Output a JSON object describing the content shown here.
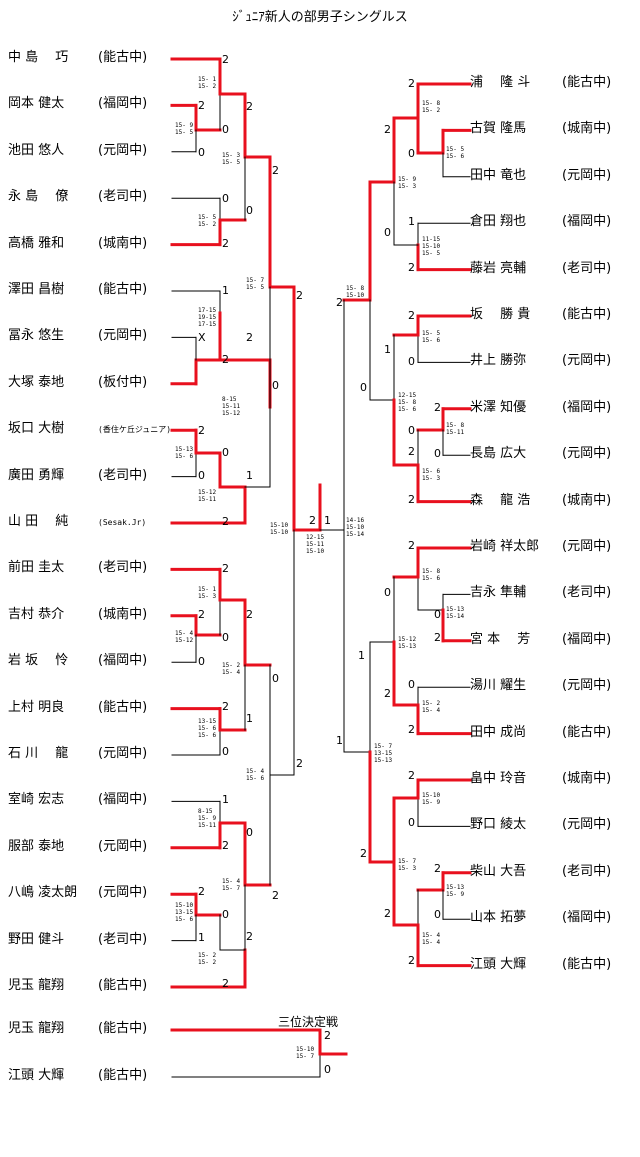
{
  "title": "ｼﾞｭﾆｱ新人の部男子シングルス",
  "third_place_title": "三位決定戦",
  "left_players": [
    {
      "name": "中 島　 巧",
      "team": "(能古中)"
    },
    {
      "name": "岡本 健太",
      "team": "(福岡中)"
    },
    {
      "name": "池田 悠人",
      "team": "(元岡中)"
    },
    {
      "name": "永 島　 僚",
      "team": "(老司中)"
    },
    {
      "name": "高橋 雅和",
      "team": "(城南中)"
    },
    {
      "name": "澤田 昌樹",
      "team": "(能古中)"
    },
    {
      "name": "冨永 悠生",
      "team": "(元岡中)"
    },
    {
      "name": "大塚 泰地",
      "team": "(板付中)"
    },
    {
      "name": "坂口 大樹",
      "team": "(香住ケ丘ジュニア)"
    },
    {
      "name": "廣田 勇輝",
      "team": "(老司中)"
    },
    {
      "name": "山 田　 純",
      "team": "(Sesak.Jr)"
    },
    {
      "name": "前田 圭太",
      "team": "(老司中)"
    },
    {
      "name": "吉村 恭介",
      "team": "(城南中)"
    },
    {
      "name": "岩 坂　 怜",
      "team": "(福岡中)"
    },
    {
      "name": "上村 明良",
      "team": "(能古中)"
    },
    {
      "name": "石 川　 龍",
      "team": "(元岡中)"
    },
    {
      "name": "室崎 宏志",
      "team": "(福岡中)"
    },
    {
      "name": "服部 泰地",
      "team": "(元岡中)"
    },
    {
      "name": "八嶋 凌太朗",
      "team": "(元岡中)"
    },
    {
      "name": "野田 健斗",
      "team": "(老司中)"
    },
    {
      "name": "児玉 龍翔",
      "team": "(能古中)"
    }
  ],
  "right_players": [
    {
      "name": "浦　 隆 斗",
      "team": "(能古中)"
    },
    {
      "name": "古賀 隆馬",
      "team": "(城南中)"
    },
    {
      "name": "田中 竜也",
      "team": "(元岡中)"
    },
    {
      "name": "倉田 翔也",
      "team": "(福岡中)"
    },
    {
      "name": "藤岩 亮輔",
      "team": "(老司中)"
    },
    {
      "name": "坂　 勝 貴",
      "team": "(能古中)"
    },
    {
      "name": "井上 勝弥",
      "team": "(元岡中)"
    },
    {
      "name": "米澤 知優",
      "team": "(福岡中)"
    },
    {
      "name": "長島 広大",
      "team": "(元岡中)"
    },
    {
      "name": "森　 龍 浩",
      "team": "(城南中)"
    },
    {
      "name": "岩崎 祥太郎",
      "team": "(元岡中)"
    },
    {
      "name": "吉永 隼輔",
      "team": "(老司中)"
    },
    {
      "name": "宮 本　 芳",
      "team": "(福岡中)"
    },
    {
      "name": "湯川 耀生",
      "team": "(元岡中)"
    },
    {
      "name": "田中 成尚",
      "team": "(能古中)"
    },
    {
      "name": "畠中 玲音",
      "team": "(城南中)"
    },
    {
      "name": "野口 綾太",
      "team": "(元岡中)"
    },
    {
      "name": "柴山 大吾",
      "team": "(老司中)"
    },
    {
      "name": "山本 拓夢",
      "team": "(福岡中)"
    },
    {
      "name": "江頭 大輝",
      "team": "(能古中)"
    }
  ],
  "third_place_players": [
    {
      "name": "児玉 龍翔",
      "team": "(能古中)"
    },
    {
      "name": "江頭 大輝",
      "team": "(能古中)"
    }
  ],
  "colors": {
    "winner_line": "#e8101e",
    "loser_line": "#000000"
  },
  "scores": [
    {
      "id": "L-m1-a",
      "text": "2"
    },
    {
      "id": "L-m1-b",
      "text": "0"
    },
    {
      "id": "L-m2-a",
      "text": "2"
    },
    {
      "id": "L-m2-b",
      "text": "0"
    },
    {
      "id": "L-m3-a",
      "text": "2"
    },
    {
      "id": "L-m3-b",
      "text": "0"
    },
    {
      "id": "L-m4-a",
      "text": "0"
    },
    {
      "id": "L-m4-b",
      "text": "2"
    },
    {
      "id": "L-m5-a",
      "text": "1"
    },
    {
      "id": "L-m5-b",
      "text": "X"
    },
    {
      "id": "L-m6-a",
      "text": "2"
    },
    {
      "id": "L-m6-b",
      "text": "2"
    },
    {
      "id": "L-m7-a",
      "text": "2"
    },
    {
      "id": "L-m7-b",
      "text": "0"
    },
    {
      "id": "L-m8-a",
      "text": "0"
    },
    {
      "id": "L-m8-b",
      "text": "2"
    },
    {
      "id": "L-m9-a",
      "text": "2"
    },
    {
      "id": "L-m9-b",
      "text": "1"
    },
    {
      "id": "L-m10-a",
      "text": "2"
    },
    {
      "id": "L-m10-b",
      "text": "0"
    },
    {
      "id": "L-m11-a",
      "text": "2"
    },
    {
      "id": "L-m11-b",
      "text": "0"
    },
    {
      "id": "L-m12-a",
      "text": "2"
    },
    {
      "id": "L-m12-b",
      "text": "0"
    },
    {
      "id": "L-m13-a",
      "text": "2"
    },
    {
      "id": "L-m13-b",
      "text": "1"
    },
    {
      "id": "L-m14-a",
      "text": "2"
    },
    {
      "id": "L-m14-b",
      "text": "0"
    },
    {
      "id": "L-m15-a",
      "text": "1"
    },
    {
      "id": "L-m15-b",
      "text": "2"
    },
    {
      "id": "L-m16-a",
      "text": "0"
    },
    {
      "id": "L-m16-b",
      "text": "2"
    },
    {
      "id": "L-m17-a",
      "text": "2"
    },
    {
      "id": "L-m17-b",
      "text": "1"
    },
    {
      "id": "L-m18-a",
      "text": "0"
    },
    {
      "id": "L-m18-b",
      "text": "2"
    },
    {
      "id": "L-m19-a",
      "text": "0"
    },
    {
      "id": "L-m19-b",
      "text": "2"
    },
    {
      "id": "L-m20-a",
      "text": "2"
    },
    {
      "id": "L-m20-b",
      "text": "0"
    },
    {
      "id": "L-m21-a",
      "text": "2"
    },
    {
      "id": "L-m21-b",
      "text": "0"
    },
    {
      "id": "L-m22-a",
      "text": "2"
    },
    {
      "id": "L-m22-b",
      "text": "1"
    },
    {
      "id": "R-m1-a",
      "text": "2"
    },
    {
      "id": "R-m1-b",
      "text": "2"
    },
    {
      "id": "R-m2-a",
      "text": "0"
    },
    {
      "id": "R-m2-b",
      "text": "0"
    },
    {
      "id": "R-m3-a",
      "text": "1"
    },
    {
      "id": "R-m3-b",
      "text": "2"
    },
    {
      "id": "R-m4-a",
      "text": "2"
    },
    {
      "id": "R-m4-b",
      "text": "0"
    },
    {
      "id": "R-m5-a",
      "text": "2"
    },
    {
      "id": "R-m5-b",
      "text": "0"
    },
    {
      "id": "R-m6-a",
      "text": "2"
    },
    {
      "id": "R-m6-b",
      "text": "1"
    },
    {
      "id": "R-m7-a",
      "text": "0"
    },
    {
      "id": "R-m7-b",
      "text": "2"
    },
    {
      "id": "R-m8-a",
      "text": "2"
    },
    {
      "id": "R-m8-b",
      "text": "0"
    },
    {
      "id": "R-m9-a",
      "text": "2"
    },
    {
      "id": "R-m9-b",
      "text": "0"
    },
    {
      "id": "R-m10-a",
      "text": "0"
    },
    {
      "id": "R-m10-b",
      "text": "2"
    },
    {
      "id": "R-m11-a",
      "text": "1"
    },
    {
      "id": "R-m11-b",
      "text": "2"
    },
    {
      "id": "R-m12-a",
      "text": "0"
    },
    {
      "id": "R-m12-b",
      "text": "2"
    },
    {
      "id": "R-m13-a",
      "text": "2"
    },
    {
      "id": "R-m13-b",
      "text": "0"
    },
    {
      "id": "R-m14-a",
      "text": "2"
    },
    {
      "id": "R-m14-b",
      "text": "0"
    },
    {
      "id": "R-m15-a",
      "text": "2"
    },
    {
      "id": "R-m15-b",
      "text": "2"
    },
    {
      "id": "R-m16-a",
      "text": "1"
    },
    {
      "id": "R-m16-b",
      "text": "2"
    },
    {
      "id": "F-a",
      "text": "2"
    },
    {
      "id": "F-b",
      "text": "1"
    },
    {
      "id": "T-a",
      "text": "2"
    },
    {
      "id": "T-b",
      "text": "0"
    }
  ],
  "game_scores": [
    {
      "id": "gs1",
      "text": "15- 1\n15- 2"
    },
    {
      "id": "gs2",
      "text": "15- 9\n15- 5"
    },
    {
      "id": "gs3",
      "text": "15- 3\n15- 5"
    },
    {
      "id": "gs4",
      "text": "15- 5\n15- 2"
    },
    {
      "id": "gs5",
      "text": "15- 7\n15- 5"
    },
    {
      "id": "gs6",
      "text": "17-15\n19-15\n17-15"
    },
    {
      "id": "gs7",
      "text": "8-15\n15-11\n15-12"
    },
    {
      "id": "gs8",
      "text": "15-13\n15- 6"
    },
    {
      "id": "gs9",
      "text": "15-12\n15-11"
    },
    {
      "id": "gs10",
      "text": "15-10\n15-10"
    },
    {
      "id": "gs11",
      "text": "12-15\n15-11\n15-10"
    },
    {
      "id": "gs12",
      "text": "14-16\n15-10\n15-14"
    },
    {
      "id": "gs13",
      "text": "15- 1\n15- 3"
    },
    {
      "id": "gs14",
      "text": "15- 4\n15-12"
    },
    {
      "id": "gs15",
      "text": "15- 2\n15- 4"
    },
    {
      "id": "gs16",
      "text": "13-15\n15- 6\n15- 6"
    },
    {
      "id": "gs17",
      "text": "15- 4\n15- 6"
    },
    {
      "id": "gs18",
      "text": "8-15\n15- 9\n15-11"
    },
    {
      "id": "gs19",
      "text": "15- 4\n15- 7"
    },
    {
      "id": "gs20",
      "text": "15-10\n13-15\n15- 6"
    },
    {
      "id": "gs21",
      "text": "15- 2\n15- 2"
    },
    {
      "id": "gs22",
      "text": "15- 8\n15- 2"
    },
    {
      "id": "gs23",
      "text": "15- 5\n15- 6"
    },
    {
      "id": "gs24",
      "text": "15- 9\n15- 3"
    },
    {
      "id": "gs25",
      "text": "11-15\n15-10\n15- 5"
    },
    {
      "id": "gs26",
      "text": "15- 8\n15-10"
    },
    {
      "id": "gs27",
      "text": "15- 5\n15- 6"
    },
    {
      "id": "gs28",
      "text": "12-15\n15- 8\n15- 6"
    },
    {
      "id": "gs29",
      "text": "15- 8\n15-11"
    },
    {
      "id": "gs30",
      "text": "15- 6\n15- 3"
    },
    {
      "id": "gs31",
      "text": "15- 8\n15- 6"
    },
    {
      "id": "gs32",
      "text": "15-13\n15-14"
    },
    {
      "id": "gs33",
      "text": "15-12\n15-13"
    },
    {
      "id": "gs34",
      "text": "15- 2\n15- 4"
    },
    {
      "id": "gs35",
      "text": "15- 7\n13-15\n15-13"
    },
    {
      "id": "gs36",
      "text": "15-10\n15- 9"
    },
    {
      "id": "gs37",
      "text": "15- 7\n15- 3"
    },
    {
      "id": "gs38",
      "text": "15-13\n15- 9"
    },
    {
      "id": "gs39",
      "text": "15- 4\n15- 4"
    },
    {
      "id": "gs40",
      "text": "15-10\n15- 7"
    }
  ]
}
